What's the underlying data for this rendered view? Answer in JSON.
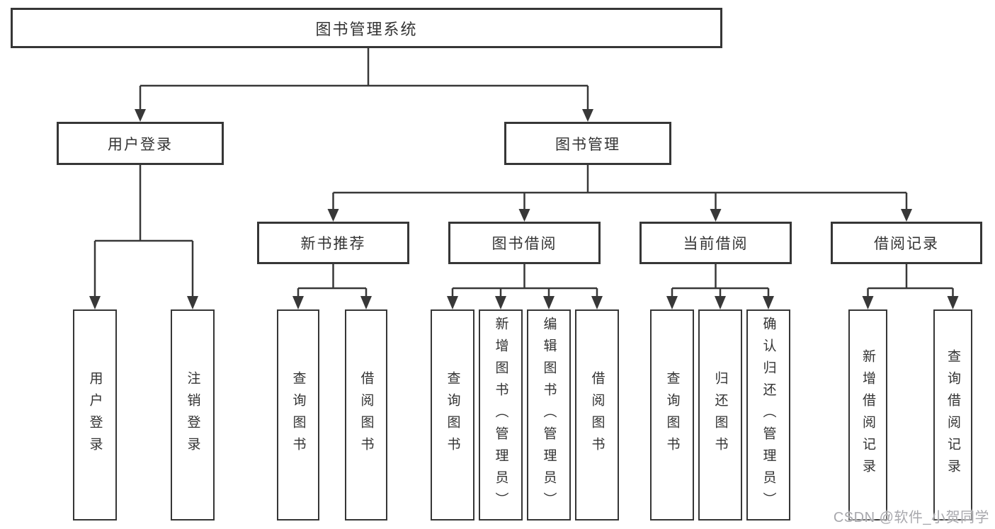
{
  "system": {
    "label": "图书管理系统"
  },
  "user_login_branch": {
    "label": "用户登录",
    "children": [
      {
        "label": "用户登录"
      },
      {
        "label": "注销登录"
      }
    ]
  },
  "book_mgmt_branch": {
    "label": "图书管理",
    "sections": [
      {
        "label": "新书推荐",
        "children": [
          {
            "label": "查询图书"
          },
          {
            "label": "借阅图书"
          }
        ]
      },
      {
        "label": "图书借阅",
        "children": [
          {
            "label": "查询图书"
          },
          {
            "label": "新增图书（管理员）"
          },
          {
            "label": "编辑图书（管理员）"
          },
          {
            "label": "借阅图书"
          }
        ]
      },
      {
        "label": "当前借阅",
        "children": [
          {
            "label": "查询图书"
          },
          {
            "label": "归还图书"
          },
          {
            "label": "确认归还（管理员）"
          }
        ]
      },
      {
        "label": "借阅记录",
        "children": [
          {
            "label": "新增借阅记录"
          },
          {
            "label": "查询借阅记录"
          }
        ]
      }
    ]
  },
  "watermark": {
    "text": "CSDN @软件_小贺同学",
    "color": "#a8a8ad"
  },
  "colors": {
    "line": "#383838",
    "border": "#363636",
    "text": "#333333",
    "background": "#ffffff"
  }
}
